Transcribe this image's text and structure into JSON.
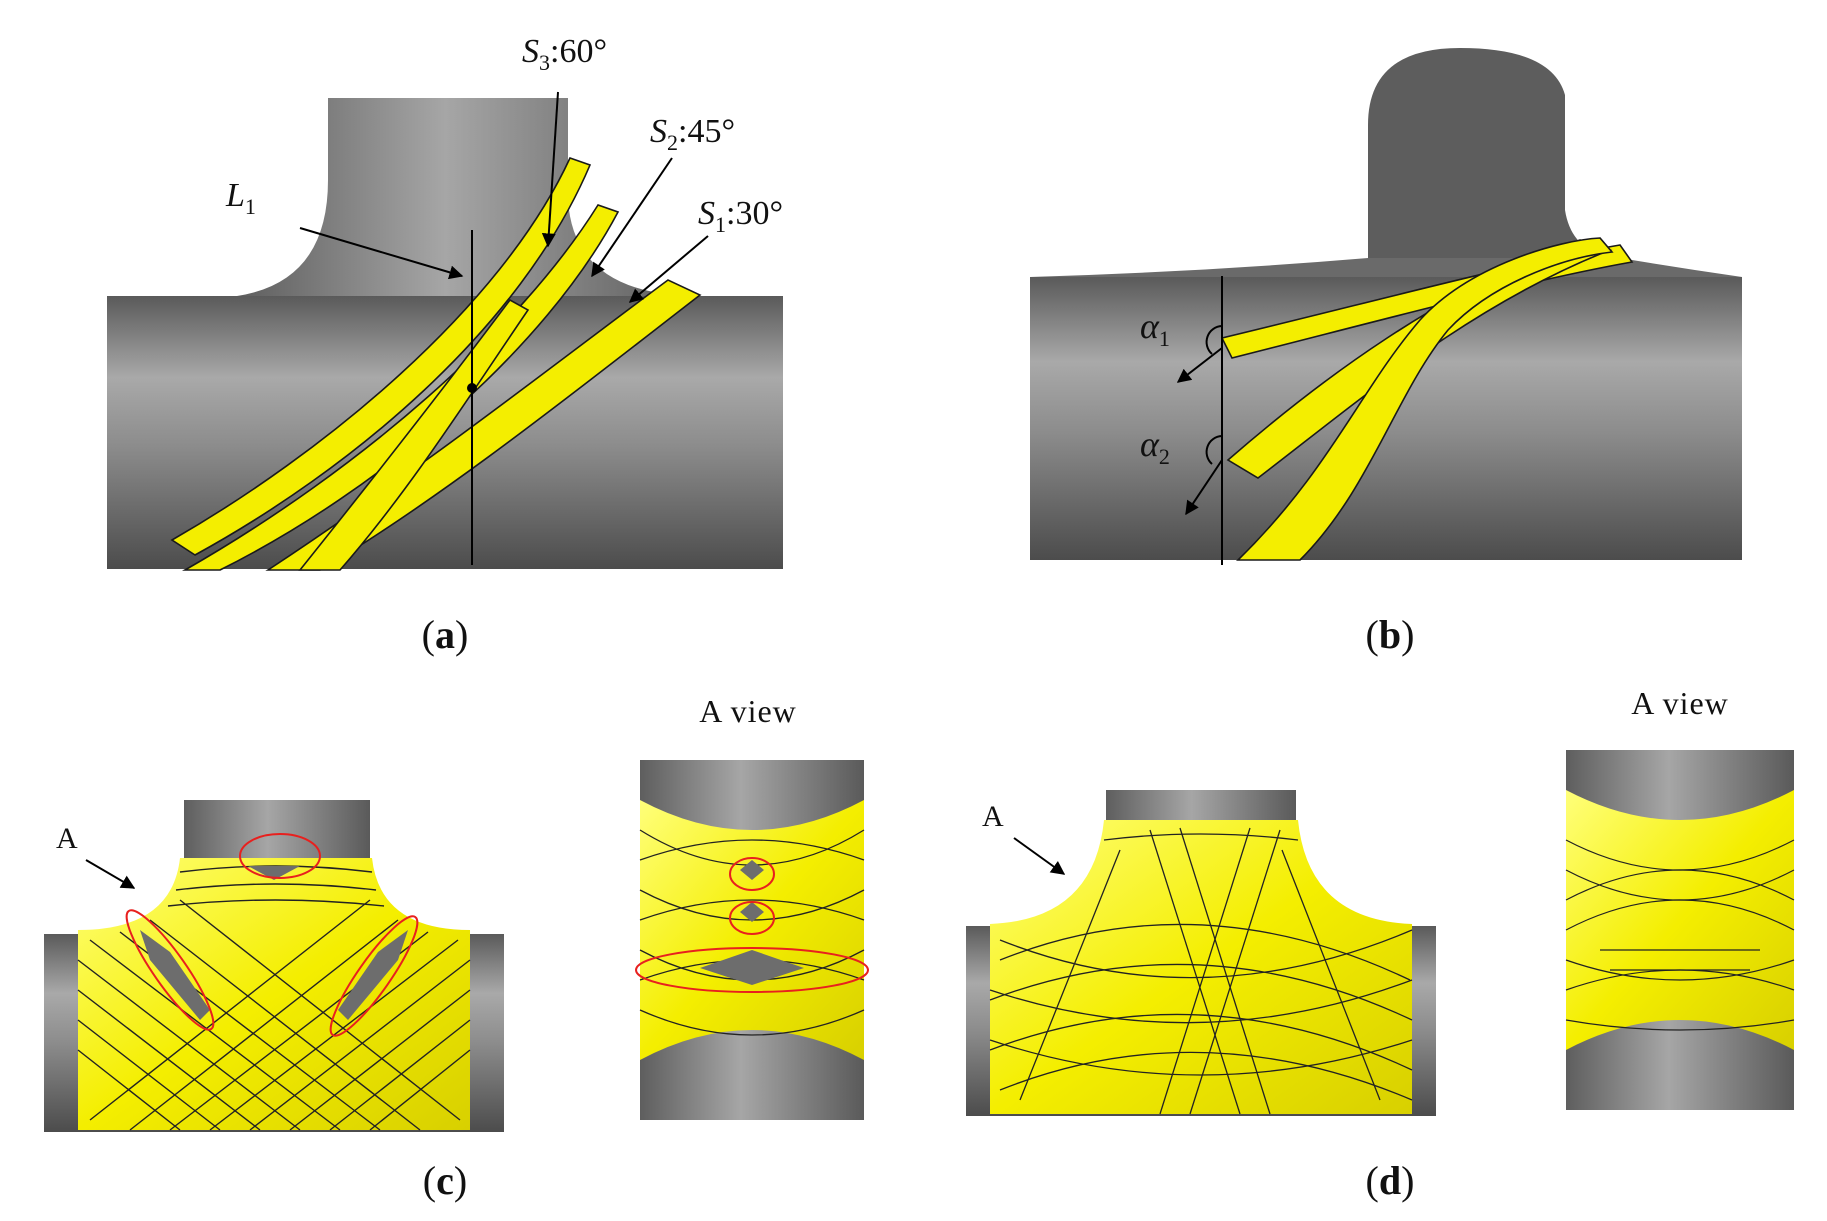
{
  "panels": {
    "a": {
      "caption_open": "(",
      "caption_letter": "a",
      "caption_close": ")",
      "line_label": "L",
      "line_label_sub": "1",
      "strips": [
        {
          "s": "S",
          "sub": "3",
          "angle": ":60°"
        },
        {
          "s": "S",
          "sub": "2",
          "angle": ":45°"
        },
        {
          "s": "S",
          "sub": "1",
          "angle": ":30°"
        }
      ]
    },
    "b": {
      "caption_open": "(",
      "caption_letter": "b",
      "caption_close": ")",
      "angles": [
        {
          "sym": "α",
          "sub": "1"
        },
        {
          "sym": "α",
          "sub": "2"
        }
      ]
    },
    "c": {
      "caption_open": "(",
      "caption_letter": "c",
      "caption_close": ")",
      "view_title": "A view",
      "arrow_label": "A"
    },
    "d": {
      "caption_open": "(",
      "caption_letter": "d",
      "caption_close": ")",
      "view_title": "A view",
      "arrow_label": "A"
    }
  },
  "colors": {
    "pipe_dark": "#5e5e5e",
    "pipe_light": "#a5a5a5",
    "band_yellow": "#f4ee00",
    "band_outline": "#1a1a1a",
    "highlight_red": "#e8201e"
  }
}
